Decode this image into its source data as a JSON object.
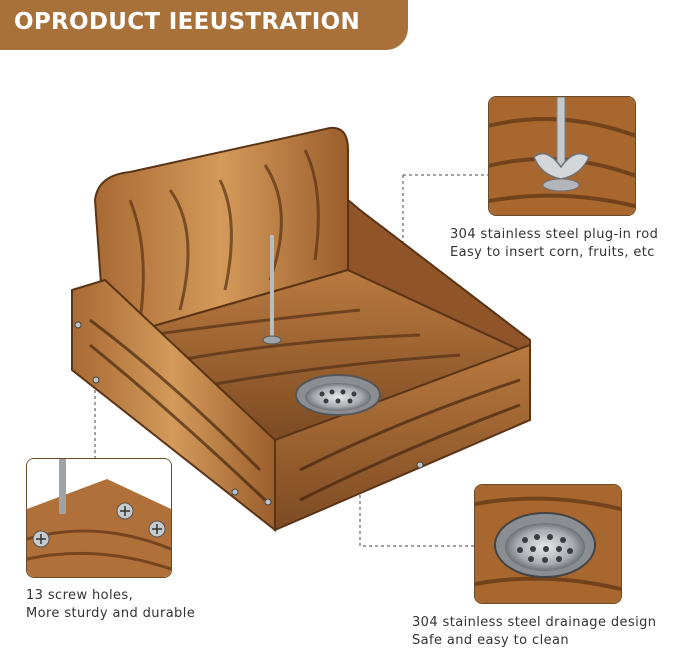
{
  "banner": {
    "title": "OPRODUCT IEEUSTRATION"
  },
  "callouts": {
    "rod": {
      "line1": "304 stainless steel plug-in rod",
      "line2": "Easy to insert corn, fruits, etc"
    },
    "screws": {
      "line1": "13 screw holes,",
      "line2": "More sturdy and durable"
    },
    "drain": {
      "line1": "304 stainless steel drainage design",
      "line2": "Safe and easy to clean"
    }
  },
  "colors": {
    "banner": "#a9713a",
    "wood_light": "#c8894a",
    "wood_dark": "#4a2c14",
    "steel": "#c9ccd0"
  }
}
